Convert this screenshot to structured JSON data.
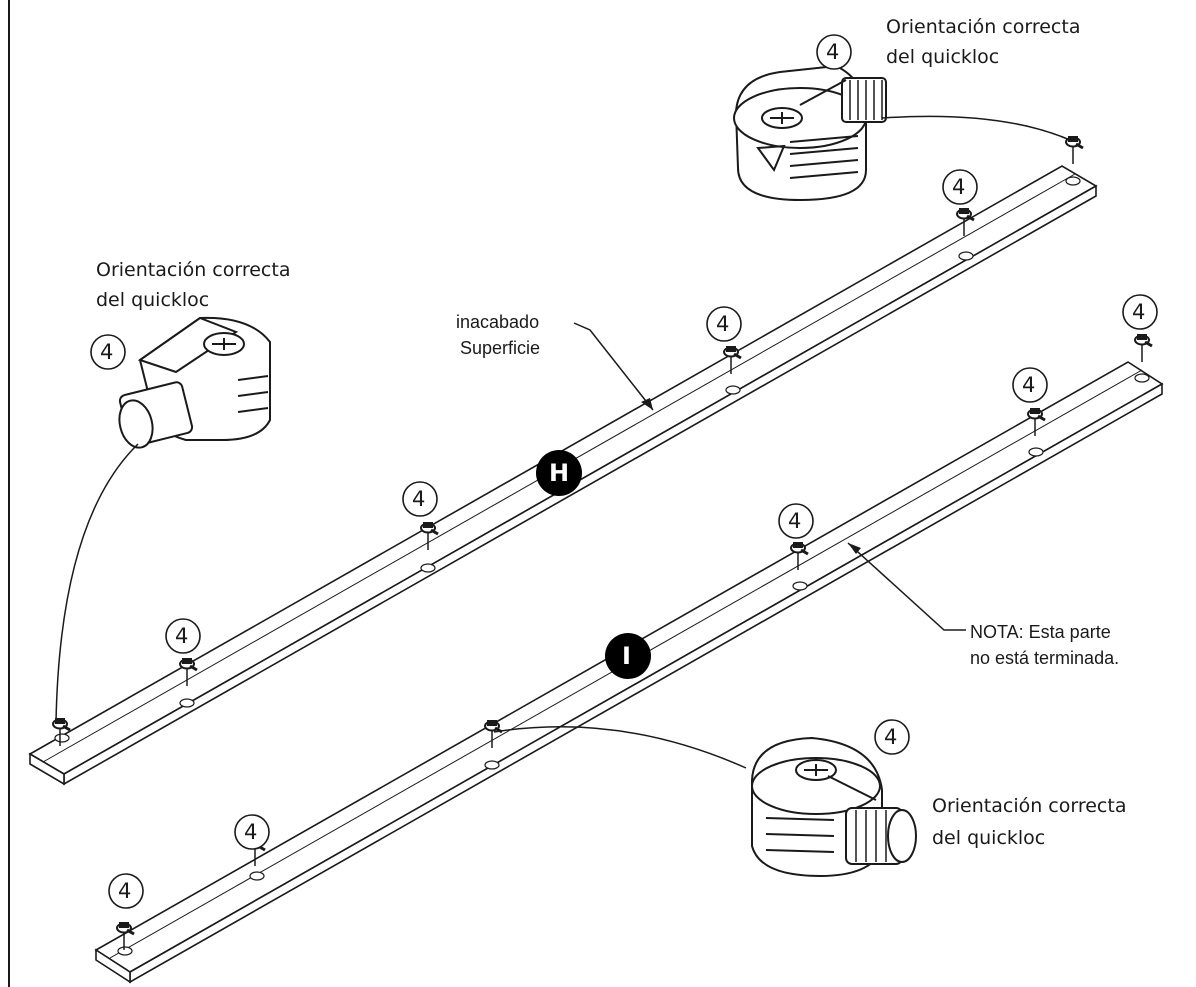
{
  "labels": {
    "quickloc_top_right": [
      "Orientación correcta",
      "del quickloc"
    ],
    "quickloc_left": [
      "Orientación correcta",
      "del quickloc"
    ],
    "quickloc_bottom_right": [
      "Orientación correcta",
      "del quickloc"
    ],
    "surface": [
      "inacabado",
      "Superficie"
    ],
    "nota": [
      "NOTA: Esta parte",
      "no está terminada."
    ]
  },
  "part_callout": "4",
  "rails": [
    {
      "id": "H"
    },
    {
      "id": "I"
    }
  ],
  "colors": {
    "line": "#1a1a1a",
    "badge_fill": "#000000",
    "badge_text": "#ffffff",
    "background": "#ffffff"
  }
}
